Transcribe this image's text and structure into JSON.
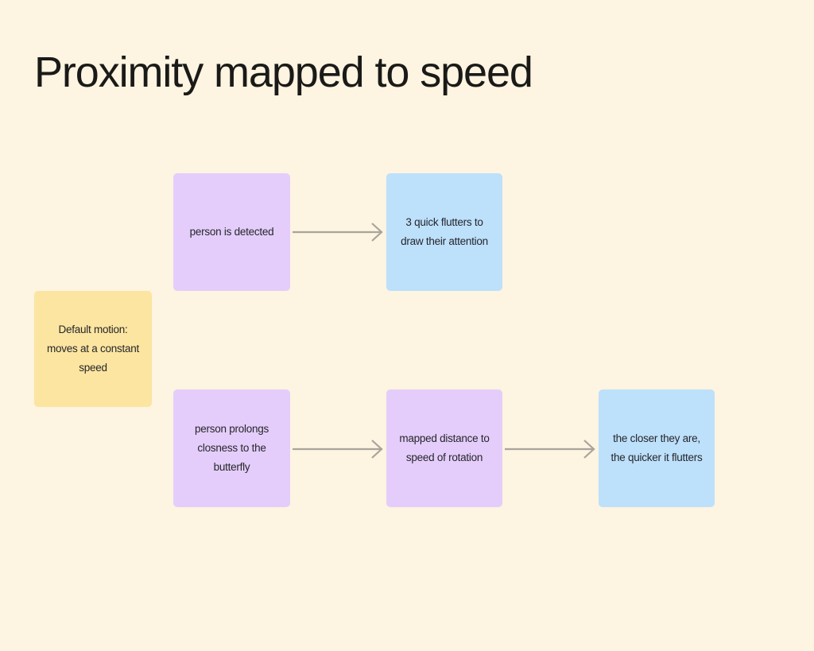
{
  "page": {
    "title": "Proximity mapped to speed",
    "background_color": "#FDF4E1",
    "title_color": "#1A1A18"
  },
  "palette": {
    "yellow": "#FCE5A0",
    "purple": "#E4CDFA",
    "blue": "#BDE0FB",
    "arrow_gray": "#A9A49C",
    "text": "#26262B"
  },
  "nodes": [
    {
      "id": "default-motion",
      "label": "Default motion: moves at a constant speed",
      "color": "yellow"
    },
    {
      "id": "person-detected",
      "label": "person is detected",
      "color": "purple"
    },
    {
      "id": "quick-flutters",
      "label": "3 quick flutters to draw their attention",
      "color": "blue"
    },
    {
      "id": "person-prolongs",
      "label": "person prolongs closness to the butterfly",
      "color": "purple"
    },
    {
      "id": "mapped-distance",
      "label": "mapped distance to speed of rotation",
      "color": "purple"
    },
    {
      "id": "closer-quicker",
      "label": "the closer they are, the quicker it flutters",
      "color": "blue"
    }
  ],
  "edges": [
    {
      "id": "edge-detected-to-flutters",
      "from": "person-detected",
      "to": "quick-flutters",
      "label": ""
    },
    {
      "id": "edge-prolongs-to-mapped",
      "from": "person-prolongs",
      "to": "mapped-distance",
      "label": ""
    },
    {
      "id": "edge-mapped-to-closer",
      "from": "mapped-distance",
      "to": "closer-quicker",
      "label": ""
    }
  ]
}
